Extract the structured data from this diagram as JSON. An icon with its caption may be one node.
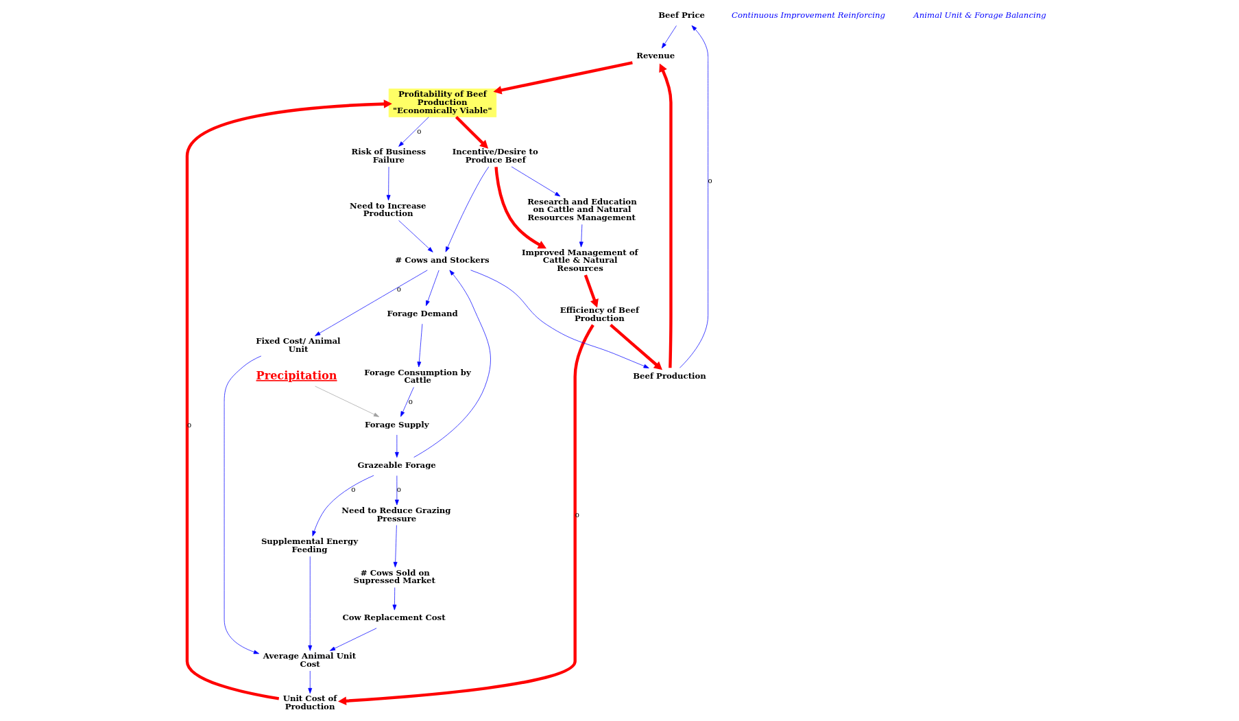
{
  "diagram": {
    "nodes": [
      {
        "text": [
          "Beef Price"
        ]
      },
      {
        "text": [
          "Revenue"
        ]
      },
      {
        "text": [
          "Beef Production"
        ]
      },
      {
        "text": [
          "Unit Cost of Production"
        ]
      },
      {
        "text": [
          "Profitability of Beef Production \"Economically Viable\""
        ]
      },
      {
        "text": [
          "Efficiency of Beef Production"
        ]
      },
      {
        "text": [
          "Average Animal Unit Cost"
        ]
      },
      {
        "text": [
          "Supplemental Energy Feeding"
        ]
      },
      {
        "text": [
          "Cow Replacement Cost"
        ]
      },
      {
        "text": [
          "Fixed Cost/ Animal Unit"
        ]
      },
      {
        "text": [
          "# Cows Sold on Supressed Market"
        ]
      },
      {
        "text": [
          "Incentive/Desire to Produce Beef"
        ]
      },
      {
        "text": [
          "Improved Management of Cattle & Natural Resources"
        ]
      },
      {
        "text": [
          "Need to Reduce Grazing Pressure"
        ]
      },
      {
        "text": [
          "Research and Education on Cattle and Natural Resources Management"
        ]
      },
      {
        "text": [
          "Grazeable Forage"
        ]
      },
      {
        "text": [
          "Risk of Business Failure"
        ]
      },
      {
        "text": [
          "# Cows and Stockers"
        ]
      },
      {
        "text": [
          "Forage Supply"
        ]
      },
      {
        "text": [
          "Precipitation"
        ]
      },
      {
        "text": [
          "Forage Demand"
        ]
      },
      {
        "text": [
          "Forage Consumption by Cattle"
        ]
      },
      {
        "text": [
          "Need to Increase Production"
        ]
      }
    ],
    "edges": [
      {
        "from": 2,
        "to": 0,
        "arrow": "to",
        "label": "o"
      },
      {
        "from": 0,
        "to": 1,
        "arrow": "to"
      },
      {
        "from": 2,
        "to": 1,
        "arrow": "to",
        "style": "thick",
        "color": "#ff0000"
      },
      {
        "from": 1,
        "to": 4,
        "arrow": "to",
        "style": "thick",
        "color": "#ff0000"
      },
      {
        "from": 3,
        "to": 4,
        "arrow": "to",
        "label": "o",
        "style": "thick",
        "color": "#ff0000"
      },
      {
        "from": 5,
        "to": 3,
        "arrow": "to",
        "label": "o",
        "style": "thick",
        "color": "#ff0000"
      },
      {
        "from": 5,
        "to": 2,
        "arrow": "to",
        "style": "thick",
        "color": "#ff0000"
      },
      {
        "from": 12,
        "to": 5,
        "arrow": "to",
        "style": "thick",
        "color": "#ff0000"
      },
      {
        "from": 4,
        "to": 11,
        "arrow": "to",
        "style": "thick",
        "color": "#ff0000"
      },
      {
        "from": 11,
        "to": 12,
        "arrow": "to",
        "style": "thick",
        "color": "#ff0000"
      },
      {
        "from": 11,
        "to": 14,
        "arrow": "to"
      },
      {
        "from": 14,
        "to": 12,
        "arrow": "to"
      },
      {
        "from": 11,
        "to": 17,
        "arrow": "to"
      },
      {
        "from": 4,
        "to": 16,
        "arrow": "to",
        "label": "o"
      },
      {
        "from": 16,
        "to": 22,
        "arrow": "to"
      },
      {
        "from": 22,
        "to": 17,
        "arrow": "to"
      },
      {
        "from": 17,
        "to": 2,
        "arrow": "to"
      },
      {
        "from": 17,
        "to": 9,
        "arrow": "to",
        "label": "o"
      },
      {
        "from": 9,
        "to": 6,
        "arrow": "to"
      },
      {
        "from": 6,
        "to": 3,
        "arrow": "to"
      },
      {
        "from": 7,
        "to": 6,
        "arrow": "to"
      },
      {
        "from": 8,
        "to": 6,
        "arrow": "to"
      },
      {
        "from": 10,
        "to": 8,
        "arrow": "to"
      },
      {
        "from": 13,
        "to": 10,
        "arrow": "to"
      },
      {
        "from": 15,
        "to": 13,
        "arrow": "to",
        "label": "o"
      },
      {
        "from": 15,
        "to": 7,
        "arrow": "to",
        "label": "o"
      },
      {
        "from": 15,
        "to": 17,
        "arrow": "to"
      },
      {
        "from": 17,
        "to": 20,
        "arrow": "to"
      },
      {
        "from": 20,
        "to": 21,
        "arrow": "to"
      },
      {
        "from": 21,
        "to": 18,
        "arrow": "to",
        "label": "o"
      },
      {
        "from": 18,
        "to": 15,
        "arrow": "to"
      },
      {
        "from": 19,
        "to": 18,
        "arrow": "to",
        "color": "#a0a0a0"
      }
    ],
    "labels": [
      "Continuous Improvement Reinforcing",
      "Animal Unit & Forage Balancing"
    ]
  }
}
